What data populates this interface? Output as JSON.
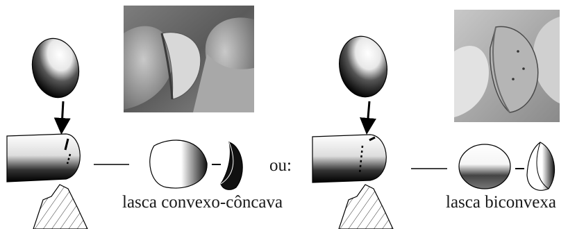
{
  "labels": {
    "left_caption": "lasca convexo-côncava",
    "right_caption": "lasca biconvexa",
    "conjunction": "ou:"
  },
  "panels": {
    "left": {
      "photo_subject": "convexo-concave-flake-held-in-fingers"
    },
    "right": {
      "photo_subject": "biconvex-flake-held-in-fingers"
    }
  }
}
